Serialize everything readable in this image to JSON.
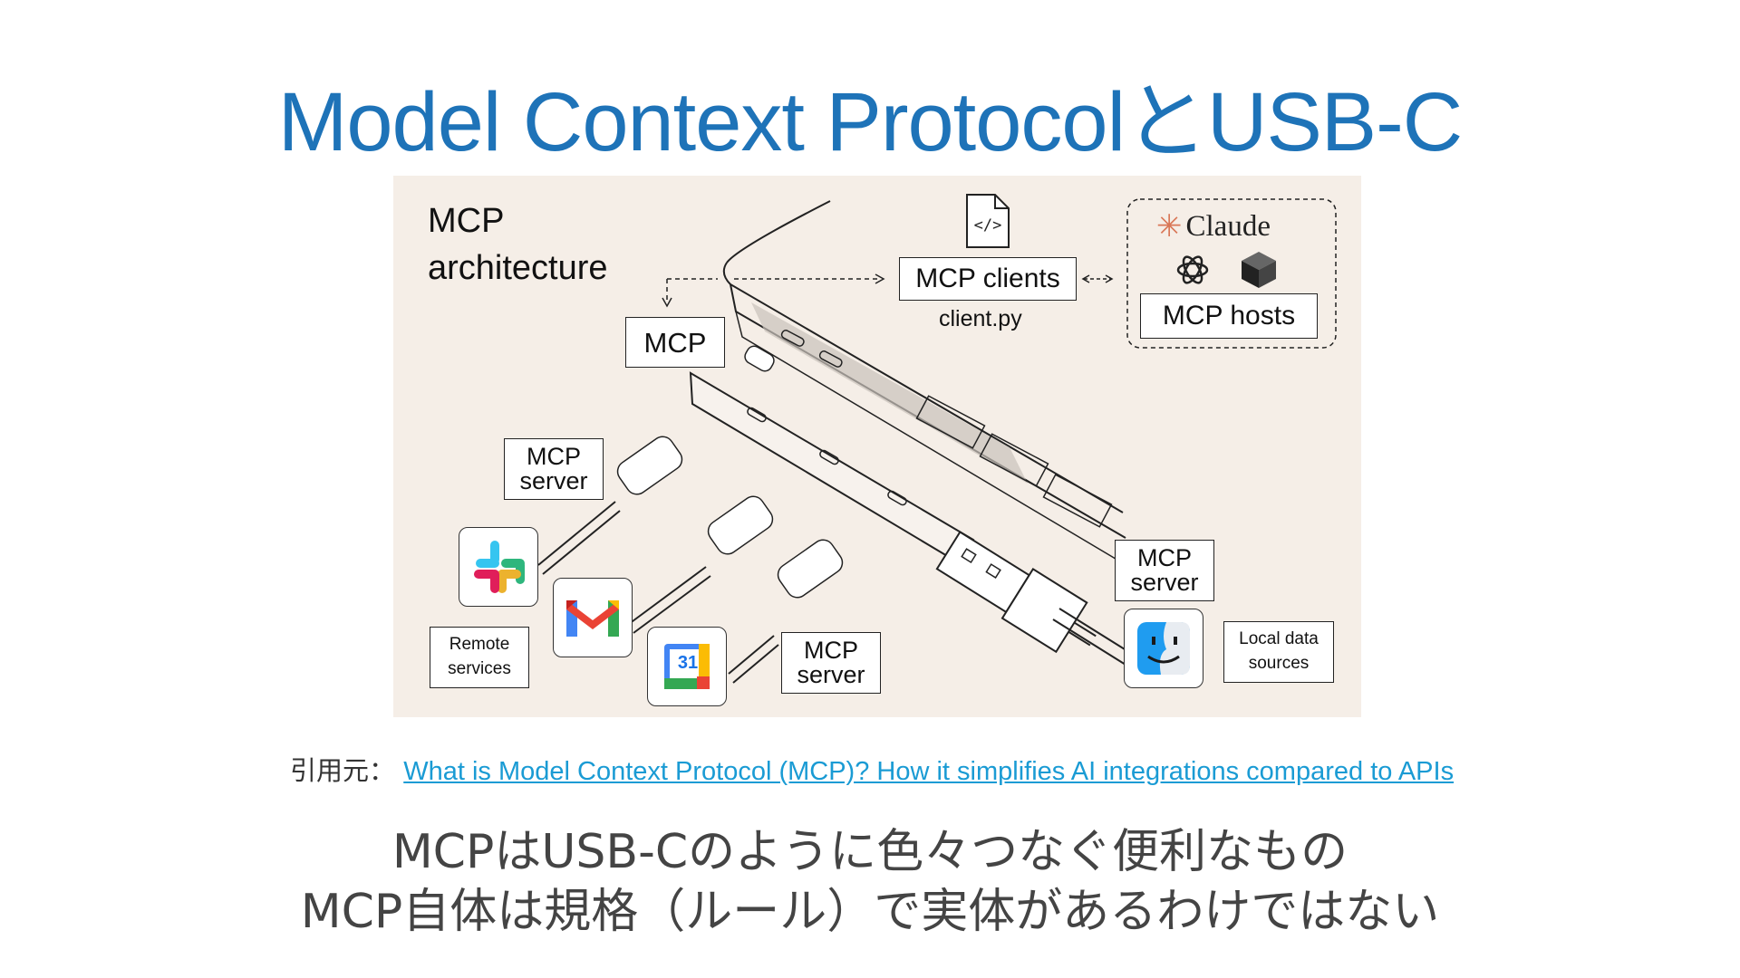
{
  "title": "Model Context ProtocolとUSB-C",
  "diagram": {
    "heading_line1": "MCP",
    "heading_line2": "architecture",
    "clients_label": "MCP clients",
    "client_file": "client.py",
    "hosts_label": "MCP hosts",
    "claude_label": "Claude",
    "mcp_label": "MCP",
    "server_label_top": "MCP\nserver",
    "server_label_mid": "MCP\nserver",
    "server_label_right": "MCP\nserver",
    "remote_services": "Remote\nservices",
    "local_data": "Local data\nsources",
    "calendar_day": "31",
    "icons": [
      "code-file-icon",
      "claude-logo-icon",
      "openai-logo-icon",
      "cube-logo-icon",
      "slack-icon",
      "gmail-icon",
      "google-calendar-icon",
      "finder-icon"
    ]
  },
  "citation": {
    "prefix": "引用元：",
    "link_text": "What is Model Context Protocol (MCP)? How it simplifies AI integrations compared to APIs"
  },
  "notes": {
    "line1": "MCPはUSB-Cのように色々つなぐ便利なもの",
    "line2": "MCP自体は規格（ルール）で実体があるわけではない"
  },
  "colors": {
    "title": "#1e73b8",
    "link": "#1a9bd4",
    "diagram_bg": "#f5eee7"
  }
}
